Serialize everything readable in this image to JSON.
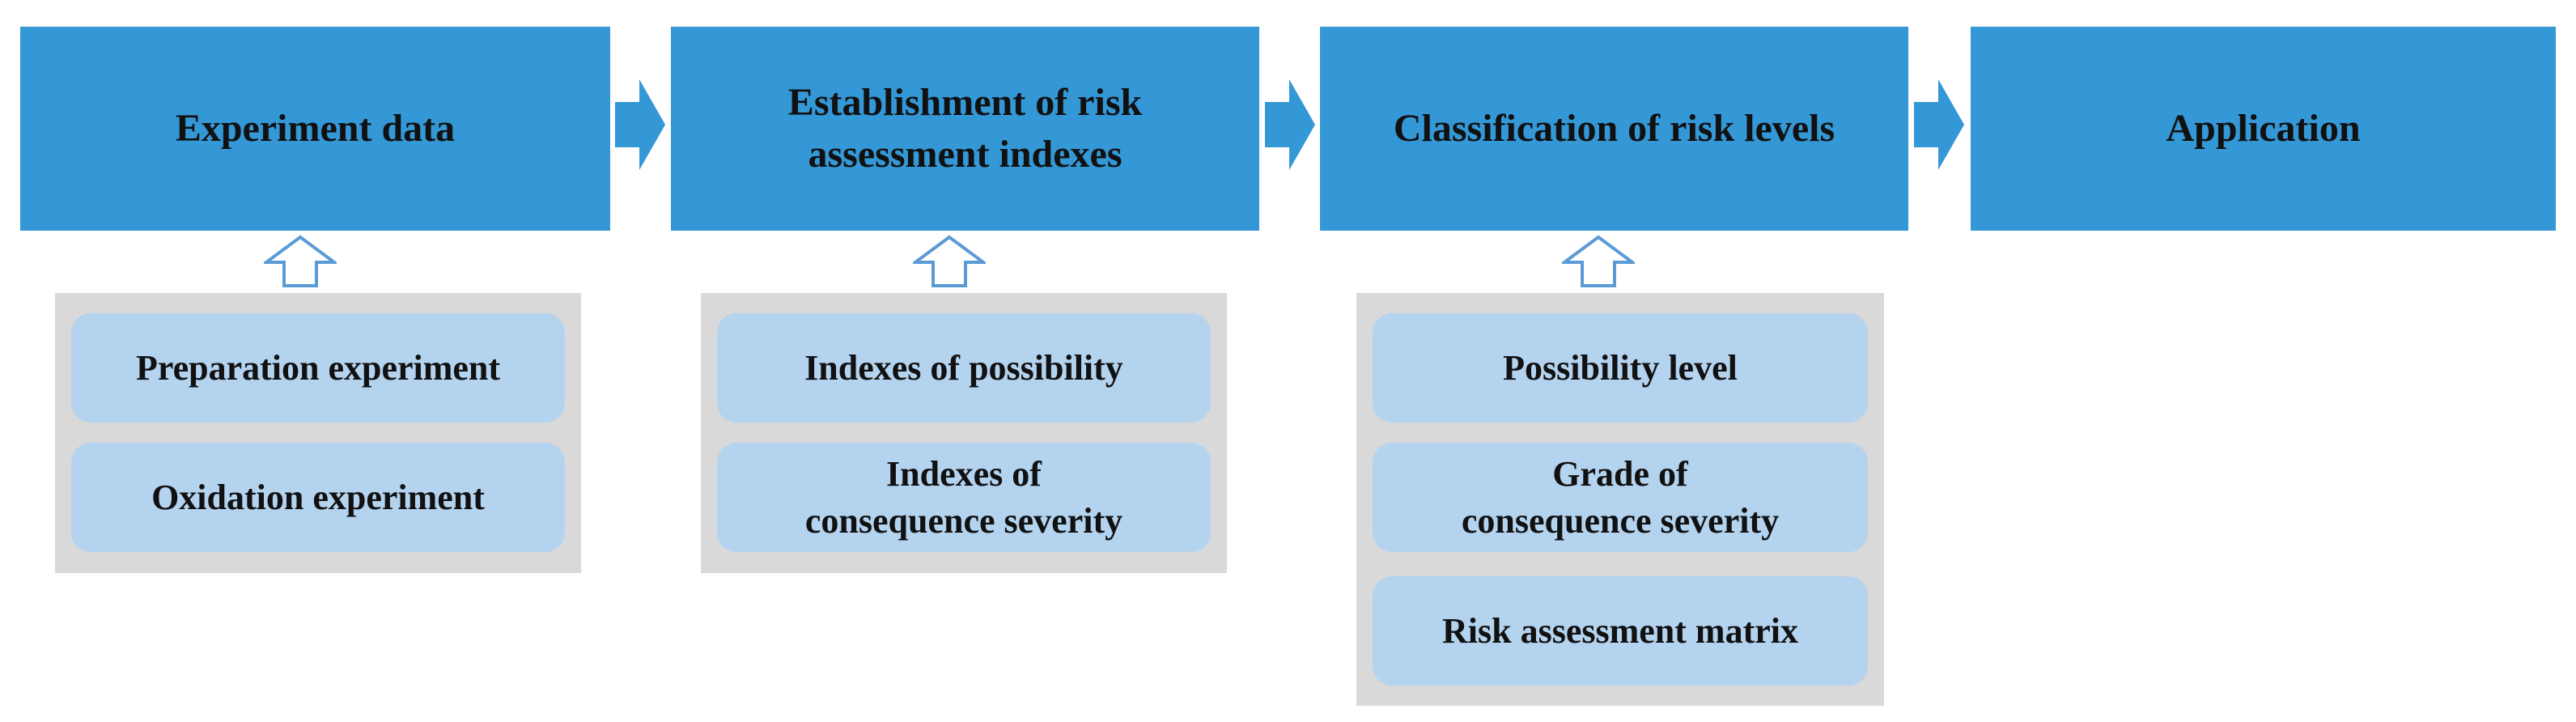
{
  "stages": [
    {
      "label": "Experiment data"
    },
    {
      "label": "Establishment of risk\nassessment indexes"
    },
    {
      "label": "Classification of risk levels"
    },
    {
      "label": "Application"
    }
  ],
  "groups": [
    {
      "items": [
        "Preparation experiment",
        "Oxidation experiment"
      ]
    },
    {
      "items": [
        "Indexes of possibility",
        "Indexes of\nconsequence severity"
      ]
    },
    {
      "items": [
        "Possibility level",
        "Grade of\nconsequence severity",
        "Risk assessment matrix"
      ]
    }
  ],
  "colors": {
    "stage_fill": "#3497d6",
    "group_fill": "#d9d9d9",
    "item_fill": "#b4d3ef",
    "arrow_outline": "#5b9bd5"
  }
}
